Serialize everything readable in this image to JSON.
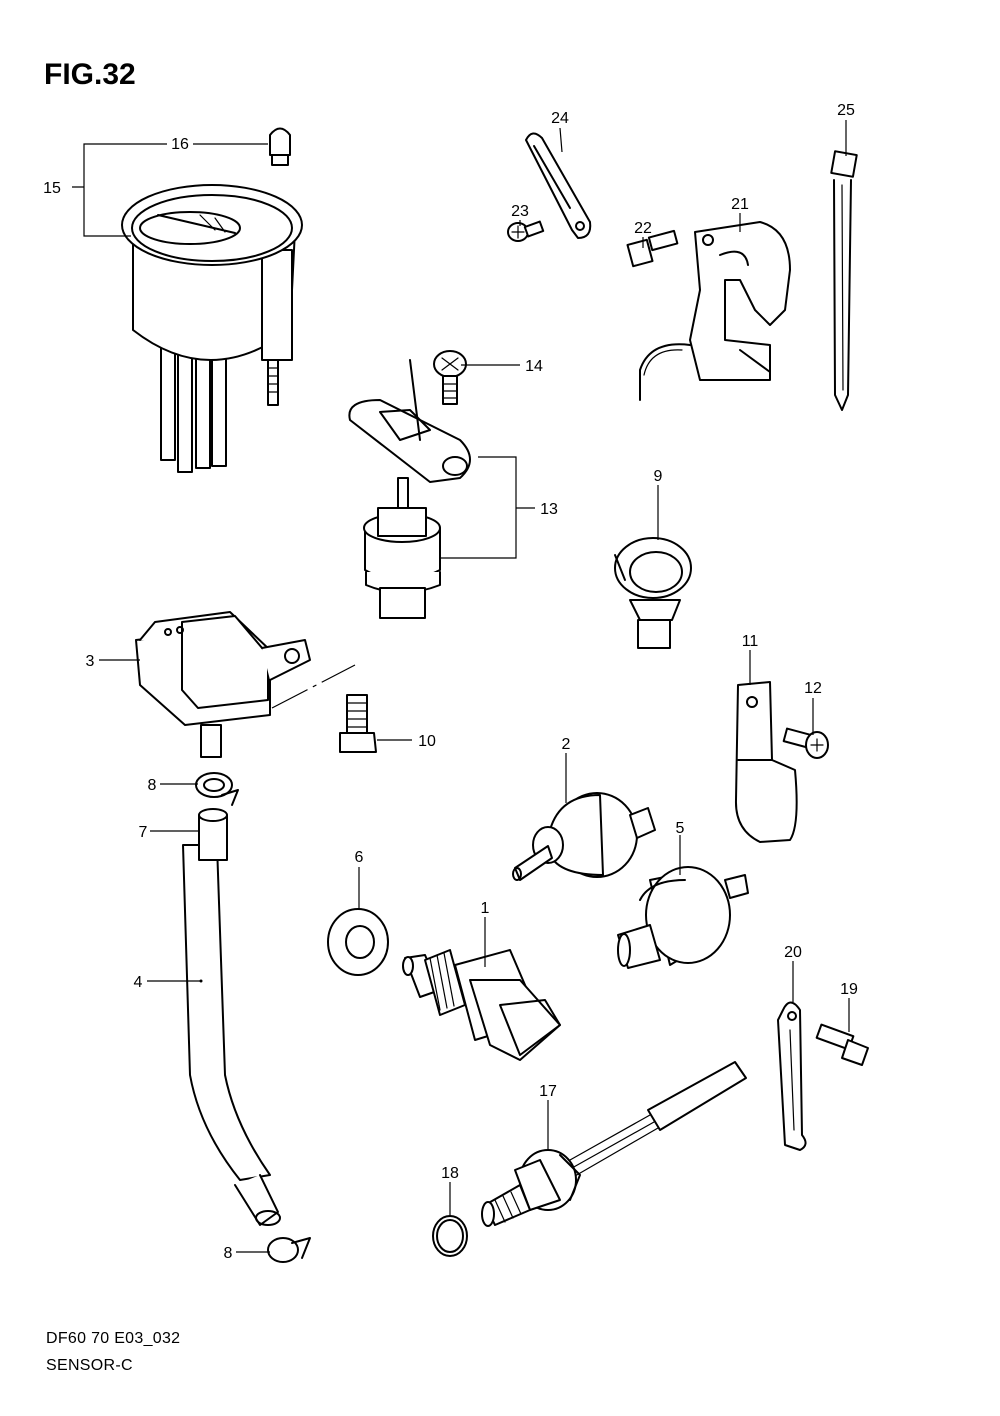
{
  "figure": {
    "title": "FIG.32",
    "code": "DF60 70 E03_032",
    "section": "SENSOR-C"
  },
  "callouts": [
    "1",
    "2",
    "3",
    "4",
    "5",
    "6",
    "7",
    "8",
    "9",
    "10",
    "11",
    "12",
    "13",
    "14",
    "15",
    "16",
    "17",
    "18",
    "19",
    "20",
    "21",
    "22",
    "23",
    "24",
    "25"
  ]
}
